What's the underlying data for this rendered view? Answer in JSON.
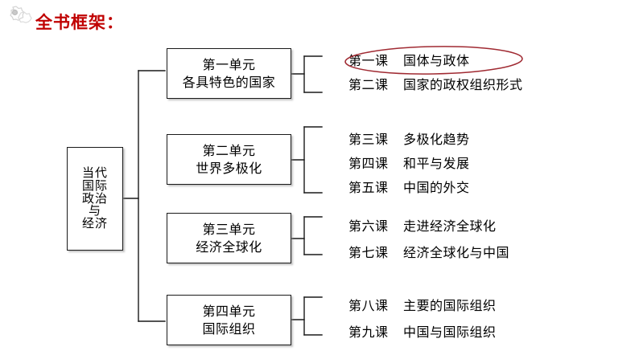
{
  "page": {
    "title": "全书框架：",
    "title_color": "#c00000",
    "background": "#ffffff",
    "decor_icon": "flower-hex-decoration-icon"
  },
  "diagram": {
    "type": "hierarchy-tree",
    "root": {
      "label": "当代国际政治与经济",
      "lines": [
        "当代",
        "国际",
        "政治",
        "与",
        "经济"
      ]
    },
    "units": [
      {
        "id": "unit-1",
        "line1": "第一单元",
        "line2": "各具特色的国家",
        "lessons": [
          {
            "no": "第一课",
            "name": "国体与政体",
            "highlighted": true
          },
          {
            "no": "第二课",
            "name": "国家的政权组织形式",
            "highlighted": false
          }
        ]
      },
      {
        "id": "unit-2",
        "line1": "第二单元",
        "line2": "世界多极化",
        "lessons": [
          {
            "no": "第三课",
            "name": "多极化趋势",
            "highlighted": false
          },
          {
            "no": "第四课",
            "name": "和平与发展",
            "highlighted": false
          },
          {
            "no": "第五课",
            "name": "中国的外交",
            "highlighted": false
          }
        ]
      },
      {
        "id": "unit-3",
        "line1": "第三单元",
        "line2": "经济全球化",
        "lessons": [
          {
            "no": "第六课",
            "name": "走进经济全球化",
            "highlighted": false
          },
          {
            "no": "第七课",
            "name": "经济全球化与中国",
            "highlighted": false
          }
        ]
      },
      {
        "id": "unit-4",
        "line1": "第四单元",
        "line2": "国际组织",
        "lessons": [
          {
            "no": "第八课",
            "name": "主要的国际组织",
            "highlighted": false
          },
          {
            "no": "第九课",
            "name": "中国与国际组织",
            "highlighted": false
          }
        ]
      }
    ],
    "annotation": {
      "shape": "ellipse",
      "target": "第一课　国体与政体",
      "color": "#a02a32"
    },
    "line_color": "#1a1a1a"
  }
}
